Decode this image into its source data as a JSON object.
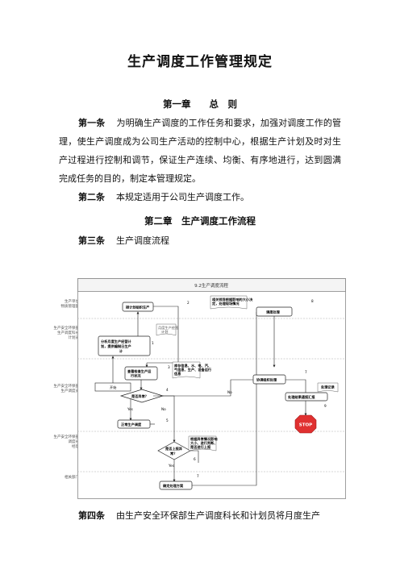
{
  "document": {
    "title": "生产调度工作管理规定",
    "chapter1": "第一章　　总　则",
    "art1_label": "第一条",
    "art1_text": "为明确生产调度的工作任务和要求，加强对调度工作的管理，使生产调度成为公司生产活动的控制中心，根据生产计划及时对生产过程进行控制和调节，保证生产连续、均衡、有序地进行，达到圆满完成任务的目的，制定本管理规定。",
    "art2_label": "第二条",
    "art2_text": "本规定适用于公司生产调度工作。",
    "chapter2": "第二章　生产调度工作流程",
    "art3_label": "第三条",
    "art3_text": "生产调度流程",
    "art4_label": "第四条",
    "art4_text": "由生产安全环保部生产调度科长和计划员将月度生产"
  },
  "flowchart": {
    "title": "9.2生产调度流程",
    "lanes": [
      "生产单位\n物质管理部",
      "生产安全环保部\n生产调度科长\n计划员",
      "生产安全环保部\n生产调度员",
      "生产安全环保部\n调度长\n经理",
      "相关部门"
    ],
    "nodes": {
      "n1": "分析月度生产经营计划，提供编制日生产计划",
      "n2": "接计划组织生产",
      "n3": "查看检查生产运行状况",
      "n4": "是否异常？",
      "n5": "正常生产调度",
      "n6": "是否上报异常？",
      "n7": "确定处理方案",
      "n8": "协调组织处理",
      "n9": "调度处理",
      "n10": "处理结果通报汇报",
      "start": "开始",
      "stop": "STOP",
      "note1": "月度生产经营计划",
      "note2": "库存信息、水、电、汽、气信息、生产、设备运行信息",
      "note3": "根据异常情况影响大小、进行判断、是否进行上报",
      "note4": "相关领导根据影响的大小决定，处理现场情况",
      "note5": "处理记录",
      "yes": "Yes",
      "no": "No",
      "nums": [
        "1",
        "2",
        "3",
        "4",
        "5",
        "6",
        "7",
        "8",
        "9"
      ]
    }
  }
}
